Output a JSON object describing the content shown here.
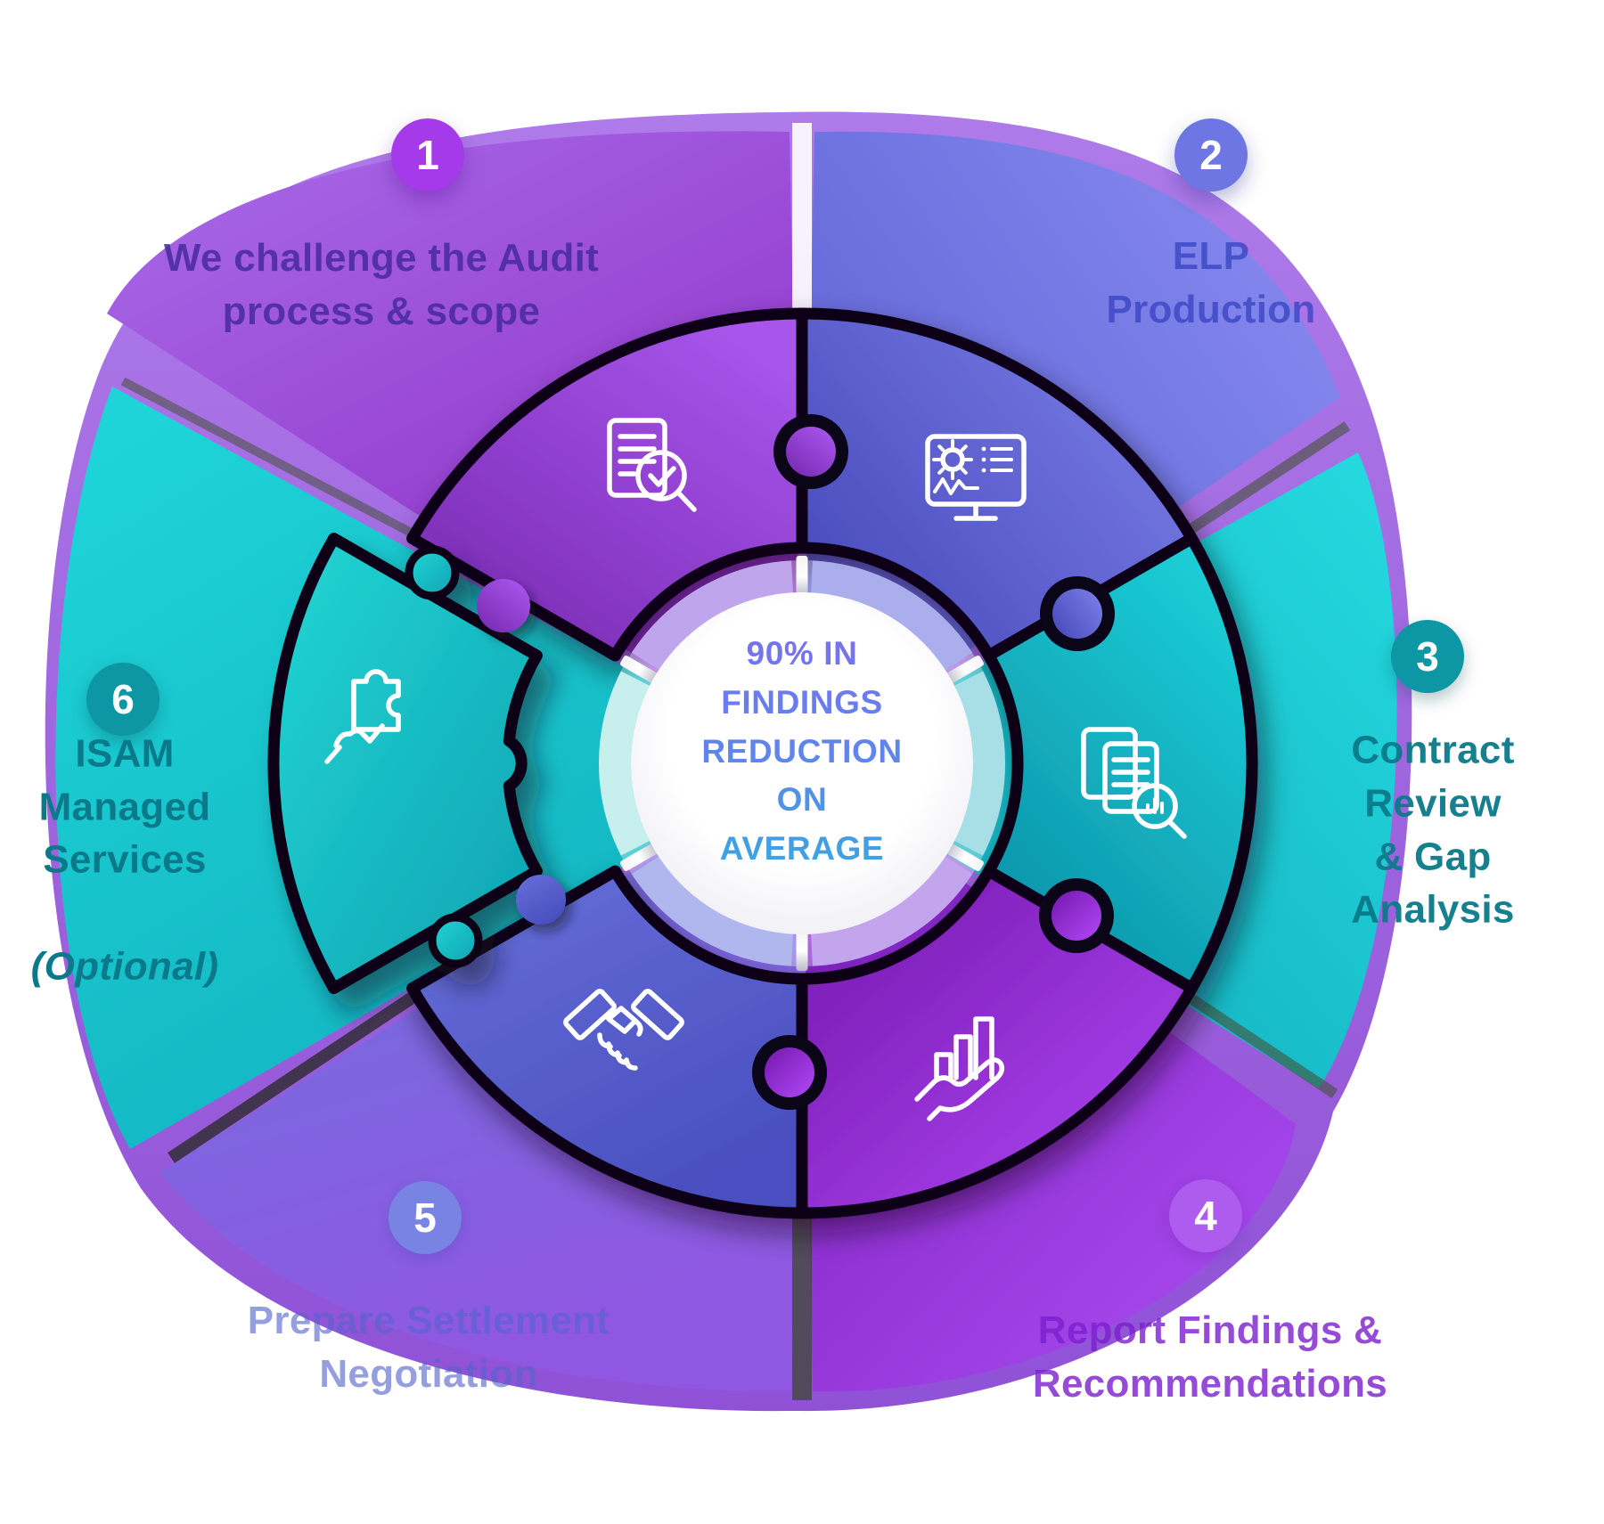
{
  "center": {
    "headline": "90% IN\nFINDINGS\nREDUCTION\nON\nAVERAGE"
  },
  "steps": [
    {
      "number": "1",
      "label": "We challenge the Audit\nprocess & scope",
      "icon": "audit-document-magnifier-icon",
      "color": "#9b3fe0"
    },
    {
      "number": "2",
      "label": "ELP\nProduction",
      "icon": "monitor-analytics-icon",
      "color": "#6a74dd"
    },
    {
      "number": "3",
      "label": "Contract\nReview\n& Gap\nAnalysis",
      "icon": "contract-documents-magnifier-icon",
      "color": "#14c6cf"
    },
    {
      "number": "4",
      "label": "Report Findings &\nRecommendations",
      "icon": "hand-bar-chart-icon",
      "color": "#9b3fe0"
    },
    {
      "number": "5",
      "label": "Prepare Settlement\nNegotiation",
      "icon": "handshake-icon",
      "color": "#6a74dd"
    },
    {
      "number": "6",
      "label": "ISAM\nManaged\nServices",
      "label_suffix": "(Optional)",
      "icon": "hand-puzzle-piece-icon",
      "color": "#14c6cf"
    }
  ],
  "colors": {
    "purple": "#9b3fe0",
    "blue_violet": "#6a74dd",
    "teal": "#14c6cf",
    "dark_teal_badge": "#0d96a3",
    "bright_purple_badge": "#a43ae9",
    "blue_badge": "#6d76e3",
    "center_text_top": "#7a70ee",
    "center_text_bottom": "#3aa6e2",
    "gap_dark": "#3d4733"
  }
}
